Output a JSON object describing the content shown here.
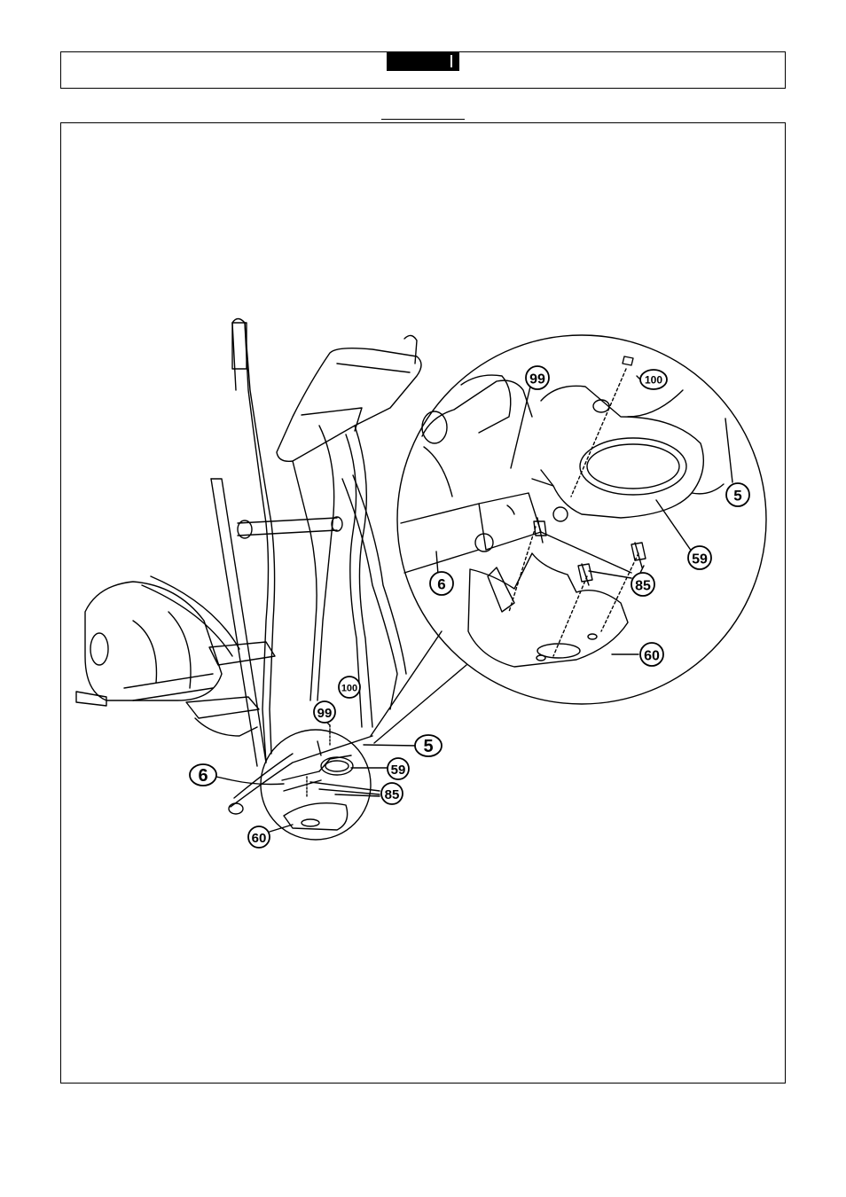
{
  "callouts": {
    "main": {
      "p100": "100",
      "p99": "99",
      "p5": "5",
      "p6": "6",
      "p59": "59",
      "p85": "85",
      "p60": "60"
    },
    "detail": {
      "p99": "99",
      "p100": "100",
      "p5": "5",
      "p59": "59",
      "p6": "6",
      "p85": "85",
      "p60": "60"
    }
  }
}
